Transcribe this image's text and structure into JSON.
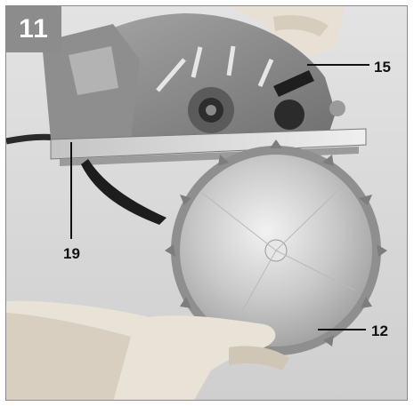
{
  "figure": {
    "number": "11"
  },
  "callouts": [
    {
      "label": "15",
      "part": "saw-lever"
    },
    {
      "label": "19",
      "part": "base-plate"
    },
    {
      "label": "12",
      "part": "saw-blade"
    }
  ],
  "colors": {
    "badge_bg": "#8c8c8c",
    "photo_bg": "#d9d9d9",
    "leader": "#111111"
  }
}
